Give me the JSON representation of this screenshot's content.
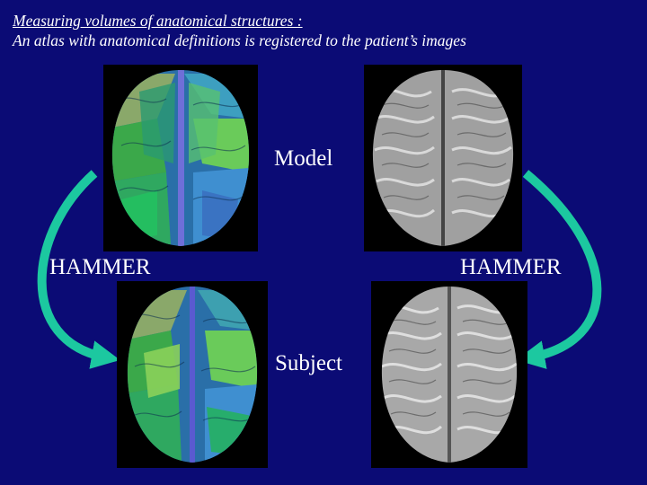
{
  "title": {
    "line1": "Measuring volumes of  anatomical structures :",
    "line2": "An atlas with anatomical definitions is registered  to the patient’s images"
  },
  "labels": {
    "model": "Model",
    "subject": "Subject",
    "hammer_left": "HAMMER",
    "hammer_right": "HAMMER"
  },
  "colors": {
    "background": "#0b0b75",
    "arrow": "#1cc8a0",
    "text": "#ffffff"
  }
}
